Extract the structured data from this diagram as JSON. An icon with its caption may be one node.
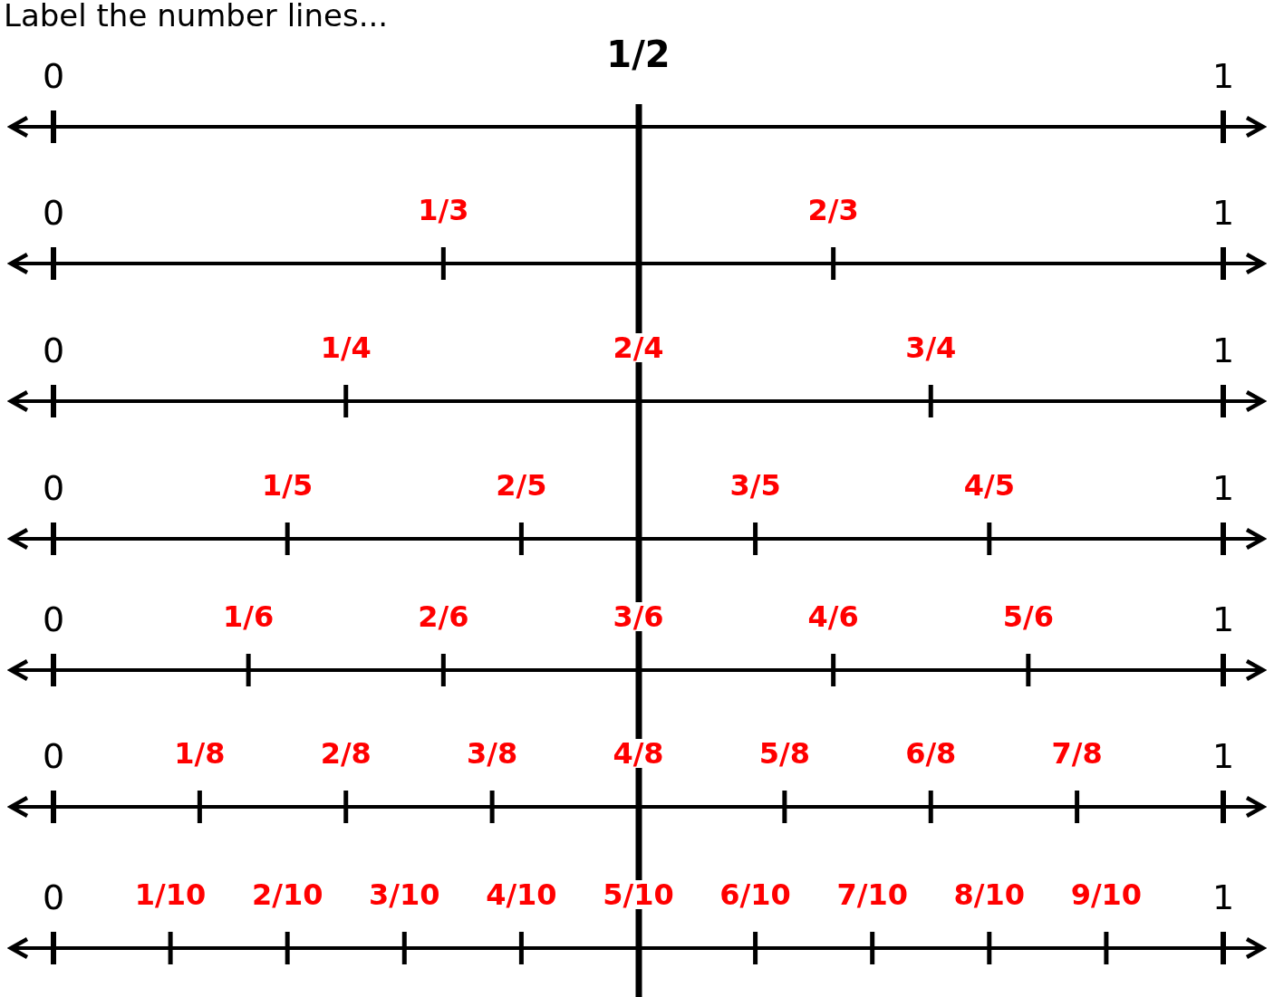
{
  "diagram": {
    "title": "Label the number lines...",
    "labels": [
      "0",
      "1/2",
      "1",
      "0",
      "1/3",
      "2/3",
      "1",
      "0",
      "1/4",
      "2/4",
      "3/4",
      "1",
      "0",
      "1/5",
      "2/5",
      "3/5",
      "4/5",
      "1",
      "0",
      "1/6",
      "2/6",
      "3/6",
      "4/6",
      "5/6",
      "1",
      "0",
      "1/8",
      "2/8",
      "3/8",
      "4/8",
      "5/8",
      "6/8",
      "7/8",
      "1",
      "0",
      "1/10",
      "2/10",
      "3/10",
      "4/10",
      "5/10",
      "6/10",
      "7/10",
      "8/10",
      "9/10",
      "1"
    ]
  }
}
